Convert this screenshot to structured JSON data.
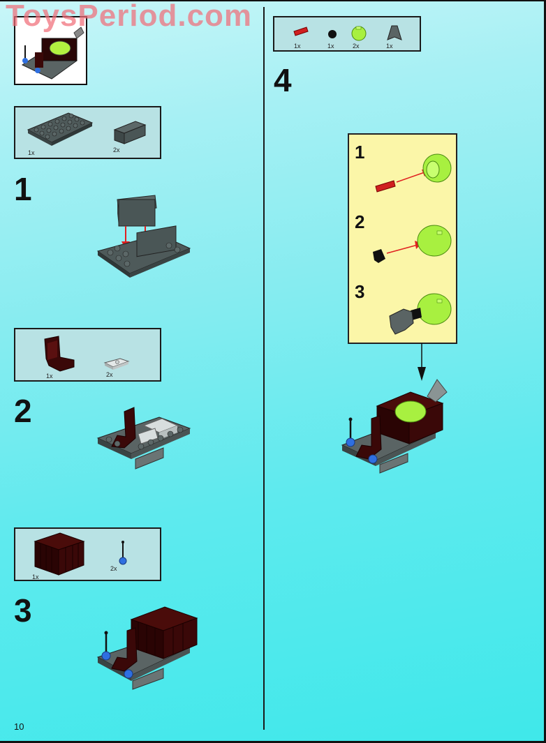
{
  "watermark": "ToysPeriod.com",
  "page_number": "10",
  "colors": {
    "background_top": "#c8f6f8",
    "background_bottom": "#3fe8ea",
    "parts_box": "#b8e2e4",
    "sub_step_box": "#fbf6a8",
    "watermark": "#f06e78",
    "dark_gray_brick": "#4e5a5a",
    "dark_red_brick": "#3a0a08",
    "lime_green": "#a8f040",
    "blue": "#2f6fe0",
    "arrow_red": "#e02020"
  },
  "thumbnail": {
    "label": "completed-model-preview"
  },
  "left_column": {
    "steps": [
      {
        "number": "1",
        "parts": [
          {
            "name": "dark-gray-plate-4x6",
            "qty": "1x"
          },
          {
            "name": "dark-gray-brick-1x3",
            "qty": "2x"
          }
        ]
      },
      {
        "number": "2",
        "parts": [
          {
            "name": "dark-red-seat",
            "qty": "1x"
          },
          {
            "name": "light-gray-tile-1x2-jumper",
            "qty": "2x"
          }
        ]
      },
      {
        "number": "3",
        "parts": [
          {
            "name": "dark-red-container-box",
            "qty": "1x"
          },
          {
            "name": "blue-lever-joystick",
            "qty": "2x"
          }
        ]
      }
    ]
  },
  "right_column": {
    "step": {
      "number": "4",
      "parts": [
        {
          "name": "red-axle-pin",
          "qty": "1x"
        },
        {
          "name": "black-cone-1x1",
          "qty": "1x"
        },
        {
          "name": "lime-dome-half-sphere",
          "qty": "2x"
        },
        {
          "name": "dark-gray-engine-nozzle",
          "qty": "1x"
        }
      ],
      "sub_steps": [
        {
          "number": "1"
        },
        {
          "number": "2"
        },
        {
          "number": "3"
        }
      ]
    }
  }
}
